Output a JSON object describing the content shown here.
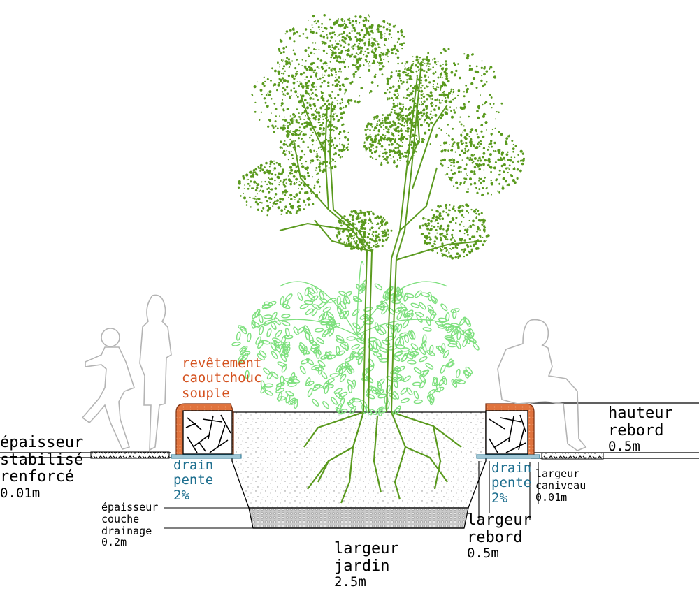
{
  "colors": {
    "foliage": "#5a9a1e",
    "shrub": "#7ee07e",
    "rubber": "#d4521f",
    "drain": "#1e6f8f",
    "silhouette": "#b4b4b4"
  },
  "labels": {
    "rubber_coating": [
      "revêtement",
      "caoutchouc",
      "souple"
    ],
    "stabilized_thickness": [
      "épaisseur",
      "stabilisé",
      "renforcé",
      "0.01m"
    ],
    "drain_left": [
      "drain",
      "pente",
      "2%"
    ],
    "drain_right": [
      "drain",
      "pente",
      "2%"
    ],
    "drainage_layer": [
      "épaisseur",
      "couche",
      "drainage",
      "0.2m"
    ],
    "garden_width": [
      "largeur",
      "jardin",
      "2.5m"
    ],
    "curb_width": [
      "largeur",
      "rebord",
      "0.5m"
    ],
    "curb_height": [
      "hauteur",
      "rebord",
      "0.5m"
    ],
    "gutter_width": [
      "largeur",
      "caniveau",
      "0.01m"
    ]
  }
}
